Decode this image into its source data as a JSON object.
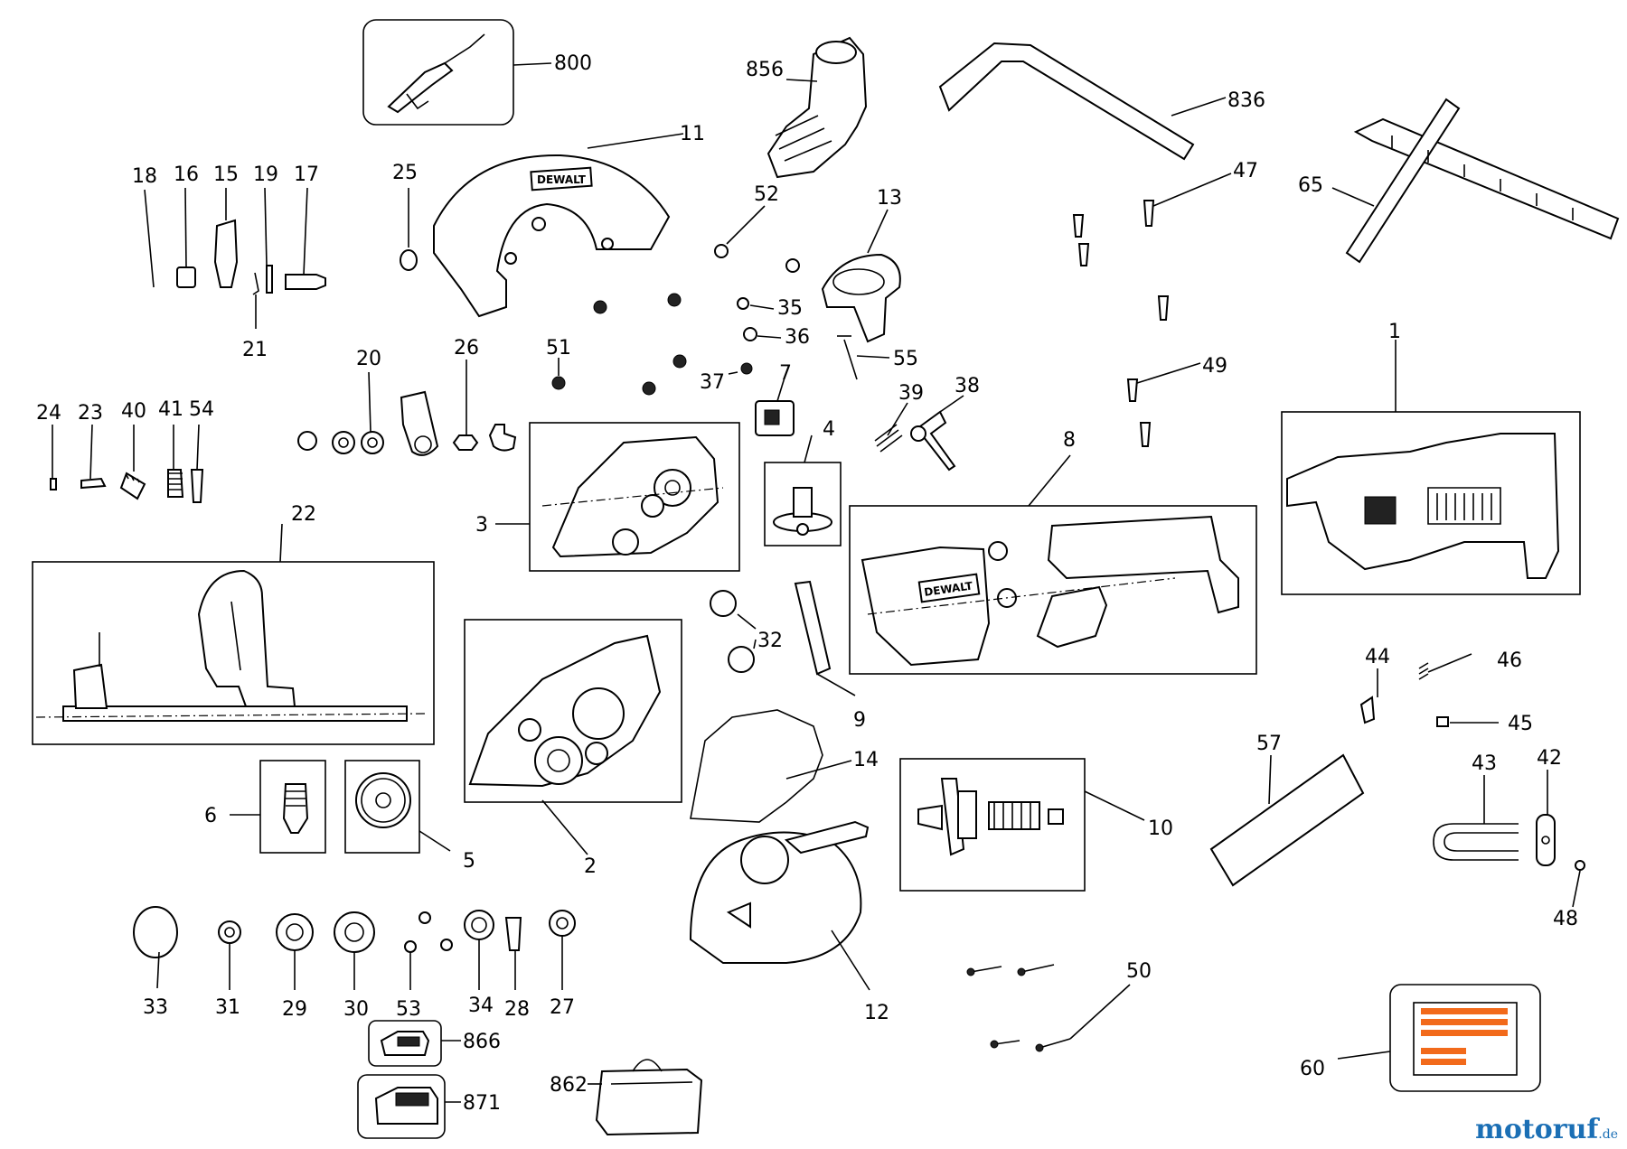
{
  "labels": {
    "l800": "800",
    "l856": "856",
    "l836": "836",
    "l11": "11",
    "l18": "18",
    "l16": "16",
    "l15": "15",
    "l19": "19",
    "l17": "17",
    "l21": "21",
    "l25": "25",
    "l52": "52",
    "l13": "13",
    "l47": "47",
    "l65": "65",
    "l35": "35",
    "l36": "36",
    "l55": "55",
    "l37": "37",
    "l7": "7",
    "l51": "51",
    "l20": "20",
    "l26": "26",
    "l49": "49",
    "l1": "1",
    "l24": "24",
    "l23": "23",
    "l40": "40",
    "l41": "41",
    "l54": "54",
    "l39": "39",
    "l38": "38",
    "l8": "8",
    "l4": "4",
    "l3": "3",
    "l22": "22",
    "l32": "32",
    "l9": "9",
    "l44": "44",
    "l46": "46",
    "l45": "45",
    "l57": "57",
    "l43": "43",
    "l42": "42",
    "l14": "14",
    "l6": "6",
    "l5": "5",
    "l2": "2",
    "l10": "10",
    "l48": "48",
    "l33": "33",
    "l31": "31",
    "l29": "29",
    "l30": "30",
    "l53": "53",
    "l34": "34",
    "l28": "28",
    "l27": "27",
    "l12": "12",
    "l50": "50",
    "l866": "866",
    "l871": "871",
    "l862": "862",
    "l60": "60"
  },
  "brand_text": "DEWALT",
  "watermark": {
    "main": "motoruf",
    "suffix": ".de"
  },
  "colors": {
    "line": "#000000",
    "label_orange": "#f26a1b",
    "watermark_blue": "#1b6fb5"
  }
}
